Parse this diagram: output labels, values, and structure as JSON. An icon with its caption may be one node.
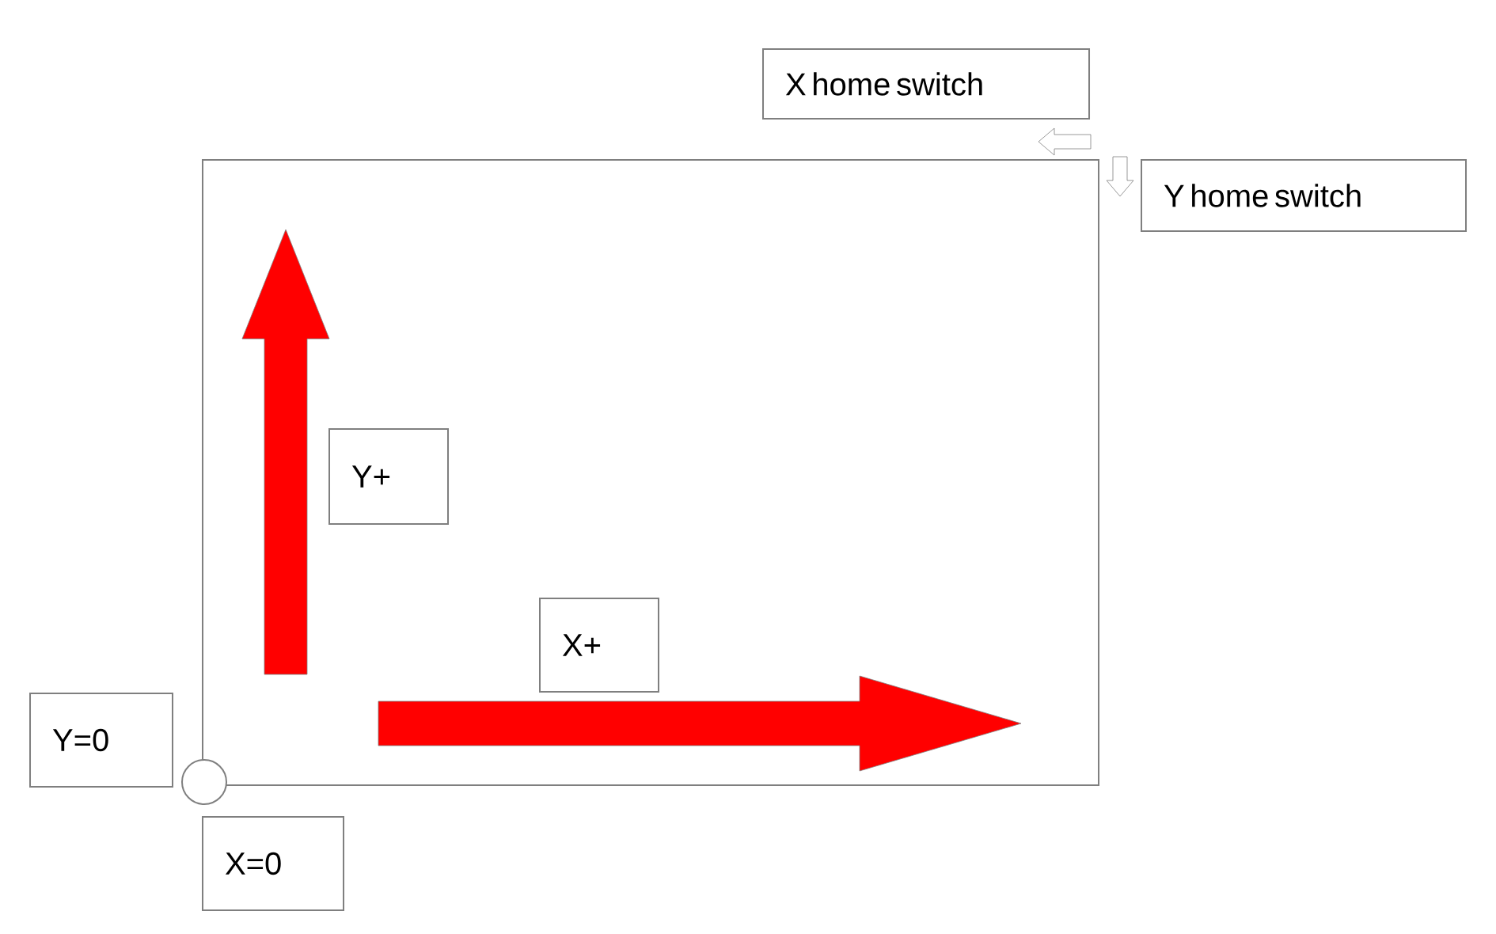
{
  "diagram": {
    "nodes": [
      {
        "text": [
          "X home switch"
        ]
      },
      {
        "text": [],
        "shape": "box"
      },
      {
        "text": [
          "Y home switch"
        ]
      },
      {
        "text": [
          "Y+"
        ],
        "in": 1
      },
      {
        "text": [
          "X+"
        ],
        "in": 1
      },
      {
        "text": [
          "Y=0"
        ]
      },
      {
        "text": [],
        "shape": "circle"
      },
      {
        "text": [
          "X=0"
        ]
      }
    ]
  }
}
